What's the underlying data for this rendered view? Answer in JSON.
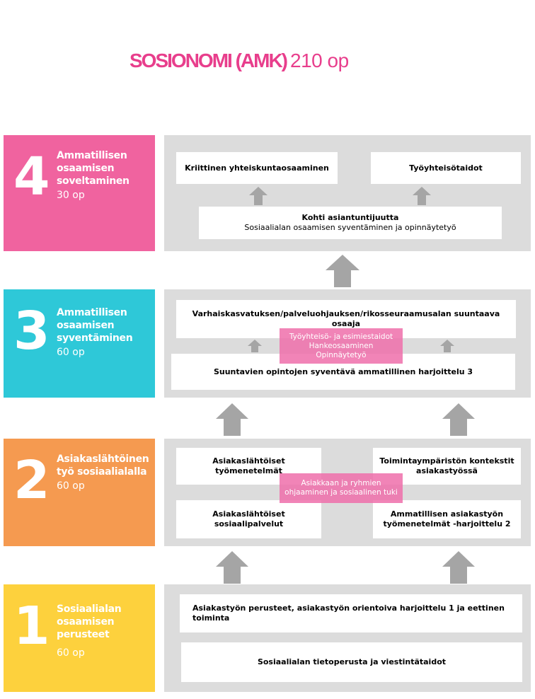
{
  "title": {
    "main": "SOSIONOMI (AMK)",
    "credits": "210 op",
    "color": "#e83e8c"
  },
  "levels": [
    {
      "number": "4",
      "title": "Ammatillisen osaamisen soveltaminen",
      "credits": "30 op",
      "color": "#f0639f",
      "cards": [
        {
          "text": "Kriittinen yhteiskuntaosaaminen"
        },
        {
          "text": "Työyhteisötaidot"
        },
        {
          "text": "Kohti asiantuntijuutta",
          "sub": "Sosiaalialan osaamisen syventäminen ja opinnäytetyö"
        }
      ]
    },
    {
      "number": "3",
      "title": "Ammatillisen osaamisen syventäminen",
      "credits": "60 op",
      "color": "#2ec8d8",
      "cards": [
        {
          "text": "Varhaiskasvatuksen/palveluohjauksen/rikosseuraamusalan suuntaava osaaja"
        },
        {
          "text": "Suuntavien opintojen syventävä ammatillinen harjoittelu 3"
        }
      ],
      "overlay": [
        "Työyhteisö- ja esimiestaidot",
        "Hankeosaaminen",
        "Opinnäytetyö"
      ]
    },
    {
      "number": "2",
      "title": "Asiakaslähtöinen työ sosiaalialalla",
      "credits": "60 op",
      "color": "#f59a50",
      "cards": [
        {
          "text": "Asiakaslähtöiset työmenetelmät"
        },
        {
          "text": "Toimintaympäristön kontekstit asiakastyössä"
        },
        {
          "text": "Asiakaslähtöiset sosiaalipalvelut"
        },
        {
          "text": "Ammatillisen asiakastyön työmenetelmät -harjoittelu 2"
        }
      ],
      "overlay": [
        "Asiakkaan  ja  ryhmien",
        "ohjaaminen ja sosiaalinen tuki"
      ]
    },
    {
      "number": "1",
      "title": "Sosiaalialan osaamisen perusteet",
      "credits": " 60 op",
      "color": "#fdd13d",
      "cards": [
        {
          "text": "Asiakastyön perusteet, asiakastyön orientoiva harjoittelu 1 ja eettinen toiminta"
        },
        {
          "text": "Sosiaalialan tietoperusta ja viestintätaidot"
        }
      ]
    }
  ],
  "colors": {
    "panel": "#dcdcdc",
    "arrow": "#a5a5a5"
  }
}
